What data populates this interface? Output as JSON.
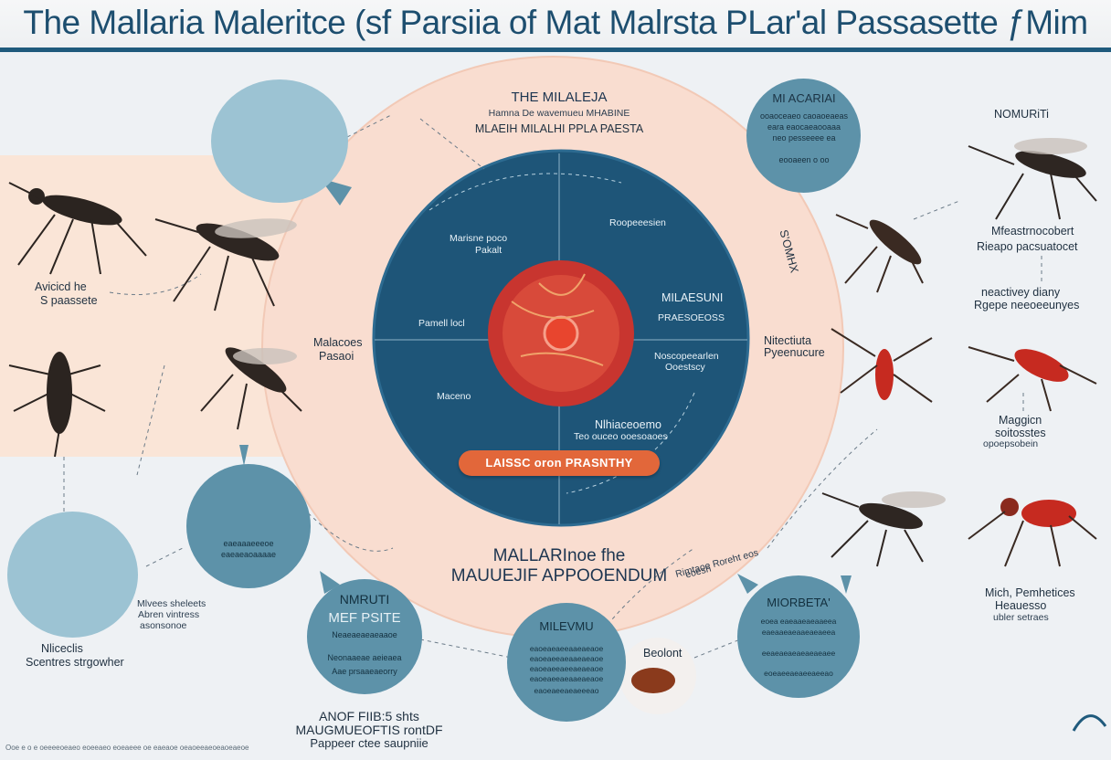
{
  "header": {
    "title": "The Mallaria Maleritce (sf Parsiia of Mat Malrsta PLar'al Passasette ƒMim"
  },
  "colors": {
    "header_bar": "#1f5a7c",
    "outer_ring": "#f9ddd0",
    "inner_disc": "#1e5578",
    "red_cell": "#d9453a",
    "pill": "#e2673a",
    "bubble": "#5d92a9"
  },
  "outer_ring": {
    "title": "THE MILALEJA",
    "sub1": "Hamna De wavemueu MHABINE",
    "sub2": "MLAEIH MILALHI PPLA PAESTA"
  },
  "inner_disc": {
    "label_top_right": "Roopeeesien",
    "label_top_left_1": "Marisne poco",
    "label_top_left_2": "Pakalt",
    "label_left": "Pamell locl",
    "label_right_title": "MILAESUNI",
    "label_right_sub": "PRAESOEOSS",
    "label_right_2a": "Noscopeearlen",
    "label_right_2b": "Ooestscy",
    "label_bottom_left": "Maceno",
    "label_bottom_1": "Nlhiaceoemo",
    "label_bottom_2": "Teo ouceo ooesoaoes",
    "pill_label": "LAISSC oron PRASNTHY"
  },
  "left_labels": {
    "avicod_1": "Avicicd he",
    "avicod_2": "S paassete",
    "malacoss_1": "Malacoes",
    "malacoss_2": "Pasaoi",
    "microcs": "Nliceclis",
    "scentrs": "Scentres strgowher",
    "mluves_1": "Mlvees sheleets",
    "mluves_2": "Abren vintress",
    "mluves_3": "asonsonoe"
  },
  "right_labels": {
    "nomauti": "NOMURiTi",
    "mast_1": "Mfeastrnocobert",
    "mast_2": "Rieapo pacsuatocet",
    "reacttiy_1": "neactivey diany",
    "reacttiy_2": "Rgepe neeoeeunyes",
    "nlltecda_1": "Nitectiuta",
    "nlltecda_2": "Pyeenucure",
    "rnagegn_1": "Maggicn",
    "rnagegn_2": "soitosstes",
    "rnagegn_3": "opoepsobein",
    "mich_1": "Mich, Pemhetices",
    "mich_2": "Heauesso",
    "mich_3": "ubler setraes",
    "ring_side": "S'OMHX"
  },
  "bubbles": {
    "top_right_title": "MI ACARIAI",
    "top_right_lines": [
      "ooaoceaeo caoaoeaeas",
      "eara eaocaeaooaaa",
      "neo pesseeee ea",
      "eooaeen o oo"
    ],
    "mid_left_lines": [
      "eaeaaaeeeoe",
      "eaeaeaoaaaae"
    ],
    "bottom_left_title": "NMRUTI",
    "bottom_left_sub": "MEF PSITE",
    "bottom_left_lines": [
      "Neaeaeaeaeaaoe",
      "Neonaaeae aeieaea",
      "Aae prsaaeaeorry"
    ],
    "bottom_center_title": "MILEVMU",
    "bottom_center_lines": [
      "eaoeaeaeeaaeaeaoe",
      "eaoeaeeaeaaeaeaoe",
      "eaoeaeeaeeaeaeaoe",
      "eaoeaeeaeaaeaeaoe",
      "eaoeaeeaeaeeeao"
    ],
    "bottom_right_title": "MIORBETA'",
    "bottom_right_lines": [
      "eoea eaeaaeaeaaeea",
      "eaeaaeaeaaeaeaeea",
      "eeaeaeaeaeaeaeaee",
      "eoeaeeaeaeeaeeao"
    ]
  },
  "center_bottom": {
    "line1": "MALLARInoe fhe",
    "line2": "MAUUEJIF APPOOENDUM"
  },
  "bottom_left_text": {
    "line1": "ANOF FIIB:5 shts",
    "line2": "MAUGMUEOFTIS rontDF",
    "line3": "Pappeer ctee saupniie"
  },
  "bottom_right_text": {
    "line1": "Rimtaoe Roreht eos",
    "line2": "eoesh"
  },
  "specimen_label": "Beolont",
  "footnote": "Ooe e o e oeeeeoeaeo eoeeaeo eoeaeee oe eaeaoe oeaoeeaeoeaoeaeoe"
}
